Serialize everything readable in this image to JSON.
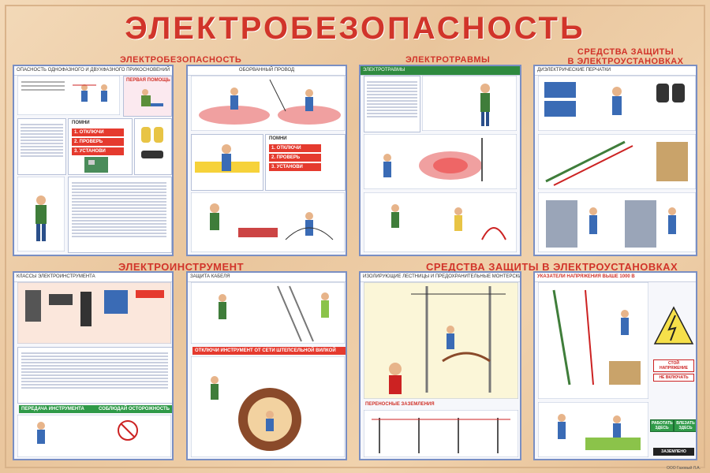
{
  "poster": {
    "title": "ЭЛЕКТРОБЕЗОПАСНОСТЬ",
    "footer": "ООО Газовый Л.А."
  },
  "sections": {
    "s1": "ЭЛЕКТРОБЕЗОПАСНОСТЬ",
    "s2": "ЭЛЕКТРОТРАВМЫ",
    "s3_line1": "СРЕДСТВА ЗАЩИТЫ",
    "s3_line2": "В ЭЛЕКТРОУСТАНОВКАХ",
    "s4": "ЭЛЕКТРОИНСТРУМЕНТ",
    "s5": "СРЕДСТВА ЗАЩИТЫ В ЭЛЕКТРОУСТАНОВКАХ"
  },
  "panels": {
    "p1": {
      "header": "ОПАСНОСТЬ ОДНОФАЗНОГО И ДВУХФАЗНОГО ПРИКОСНОВЕНИЙ",
      "remember": "ПОМНИ",
      "steps": [
        "1. ОТКЛЮЧИ",
        "2. ПРОВЕРЬ",
        "3. УСТАНОВИ"
      ],
      "first_aid": "ПЕРВАЯ ПОМОЩЬ"
    },
    "p2": {
      "header": "ОБОРВАННЫЙ ПРОВОД",
      "remember": "ПОМНИ",
      "steps": [
        "1. ОТКЛЮЧИ",
        "2. ПРОВЕРЬ",
        "3. УСТАНОВИ"
      ]
    },
    "p3": {
      "header": "ЭЛЕКТРОТРАВМЫ"
    },
    "p4": {
      "header": "ДИЭЛЕКТРИЧЕСКИЕ ПЕРЧАТКИ"
    },
    "p5": {
      "header": "КЛАССЫ ЭЛЕКТРОИНСТРУМЕНТА",
      "fact": "ПЕРЕДАЧА ИНСТРУМЕНТА",
      "warn": "СОБЛЮДАЙ ОСТОРОЖНОСТЬ"
    },
    "p6": {
      "header": "ЗАЩИТА КАБЕЛЯ",
      "plug": "ОТКЛЮЧИ ИНСТРУМЕНТ ОТ СЕТИ ШТЕПСЕЛЬНОЙ ВИЛКОЙ"
    },
    "p7": {
      "header": "ИЗОЛИРУЮЩИЕ ЛЕСТНИЦЫ И ПРЕДОХРАНИТЕЛЬНЫЕ МОНТЕРСКИЕ ПОЯСА",
      "bottom": "ПЕРЕНОСНЫЕ ЗАЗЕМЛЕНИЯ"
    },
    "p8": {
      "header": "УКАЗАТЕЛИ НАПРЯЖЕНИЯ ВЫШЕ 1000 В",
      "signs": [
        "СТОЙ НАПРЯЖЕНИЕ",
        "НЕ ВКЛЮЧАТЬ",
        "РАБОТАТЬ ЗДЕСЬ",
        "ВЛЕЗАТЬ ЗДЕСЬ",
        "ЗАЗЕМЛЕНО"
      ]
    }
  },
  "colors": {
    "accent": "#d1342a",
    "panel_border": "#7a8fc3",
    "background": "#efcfa8"
  }
}
